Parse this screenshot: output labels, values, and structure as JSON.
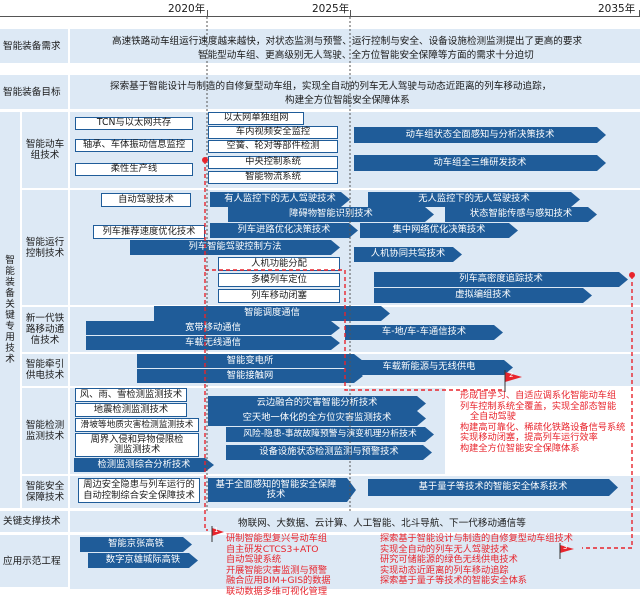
{
  "years": [
    "2020年",
    "2025年",
    "2035年"
  ],
  "rows": {
    "demand": {
      "label": "智能装备需求",
      "text1": "高速铁路动车组运行速度越来越快，对状态监测与预警、运行控制与安全、设备设施检测监测提出了更高的要求",
      "text2": "智能型动车组、更高级别无人驾驶、全方位智能安全保障等方面的需求十分迫切"
    },
    "goal": {
      "label": "智能装备目标",
      "text1": "探索基于智能设计与制造的自修复型动车组，实现全自动的列车无人驾驶与动态近距离的列车移动追踪，",
      "text2": "构建全方位智能安全保障体系"
    },
    "category": "智能装备关键专用技术",
    "emu": {
      "label": "智能动车组技术",
      "tcn": "TCN与以太网共存",
      "eth": "以太网单独组网",
      "video": "车内视频安全监控",
      "bearing": "轴承、车体振动信息监控",
      "ac": "空簧、轮对等部件检测",
      "emu_state": "动车组状态全面感知与分析决策技术",
      "flexible": "柔性生产线",
      "central": "中央控制系统",
      "emu3d": "动车组全三维研发技术",
      "material": "智能物流系统"
    },
    "control": {
      "label": "智能运行控制技术",
      "auto": "自动驾驶技术",
      "manned": "有人监控下的无人驾驶技术",
      "unmanned": "无人监控下的无人驾驶技术",
      "obstacle": "障碍物智能识别技术",
      "status_sense": "状态智能传感与感知技术",
      "speed_opt": "列车推荐速度优化技术",
      "route_opt": "列车进路优化决策技术",
      "network_opt": "集中网络优化决策技术",
      "coop": "列车智能驾驶控制方法",
      "func_alloc": "人机功能分配",
      "hmi": "人机协同共驾技术",
      "multi": "多模列车定位",
      "high_density": "列车高密度追踪技术",
      "moving_block": "列车移动闭塞",
      "virtual": "虚拟编组技术"
    },
    "comm": {
      "label": "新一代铁路移动通信技术",
      "smart_comm": "智能调度通信",
      "broadband": "宽带移动通信",
      "v2x": "车-地/车-车通信技术",
      "wireless": "车载无线通信"
    },
    "power": {
      "label": "智能牵引供电技术",
      "substation": "智能变电所",
      "catenary": "智能接触网",
      "newenergy": "车载新能源与无线供电"
    },
    "inspect": {
      "label": "智能检测监测技术",
      "weather": "风、雨、雪检测监测技术",
      "cloud_edge": "云边融合的灾害智能分析技术",
      "geo": "地震检测监测技术",
      "space_air": "空天地一体化的全方位灾害监测技术",
      "slide": "滑坡等地质灾害检测监测技术",
      "risk": "风险-隐患-事故故障预警与演变机理分析技术",
      "intrusion": "周界入侵和异物侵限检测监测技术",
      "equip_state": "设备设施状态检测监测与预警技术",
      "integrated": "检测监测综合分析技术"
    },
    "safety": {
      "label": "智能安全保障技术",
      "auto_ctrl": "周边安全隐患与列车运行的自动控制综合安全保障技术",
      "full_aware": "基于全面感知的智能安全保障技术",
      "quantum": "基于量子等技术的智能安全体系技术"
    },
    "support": {
      "label": "关键支撑技术",
      "text": "物联网、大数据、云计算、人工智能、北斗导航、下一代移动通信等"
    },
    "demo": {
      "label": "应用示范工程",
      "beijing": "智能京张高铁",
      "jingxiong": "数字京雄城际高铁",
      "left_items": [
        "研制智能型复兴号动车组",
        "自主研发CTCS3+ATO",
        "自动驾驶系统",
        "开展智能灾害监测与预警",
        "融合应用BIM+GIS的数据",
        "联动数据多维可视化管理"
      ],
      "right_items": [
        "探索基于智能设计与制造的自修复型动车组技术",
        "实现全自动的列车无人驾驶技术",
        "研究可储能源的绿色无线供电技术",
        "实现动态近距离的列车移动追踪",
        "探索基于量子等技术的智能安全体系"
      ]
    }
  },
  "annotations": {
    "goals_list": [
      "形成自学习、自适应调系化智能动车组",
      "列车控制系统全覆盖，实现全部态智能",
      "全自动驾驶",
      "构建高可靠化、稀疏化铁路设备信号系统",
      "实现移动闭塞，提高列车运行效率",
      "构建全方位智能安全保障体系"
    ],
    "flags": [
      "1",
      "2",
      "3"
    ]
  },
  "colors": {
    "band": "#dde9f5",
    "box_border": "#1f5c99",
    "arrow": "#1f5c99",
    "red": "#e8242c"
  }
}
